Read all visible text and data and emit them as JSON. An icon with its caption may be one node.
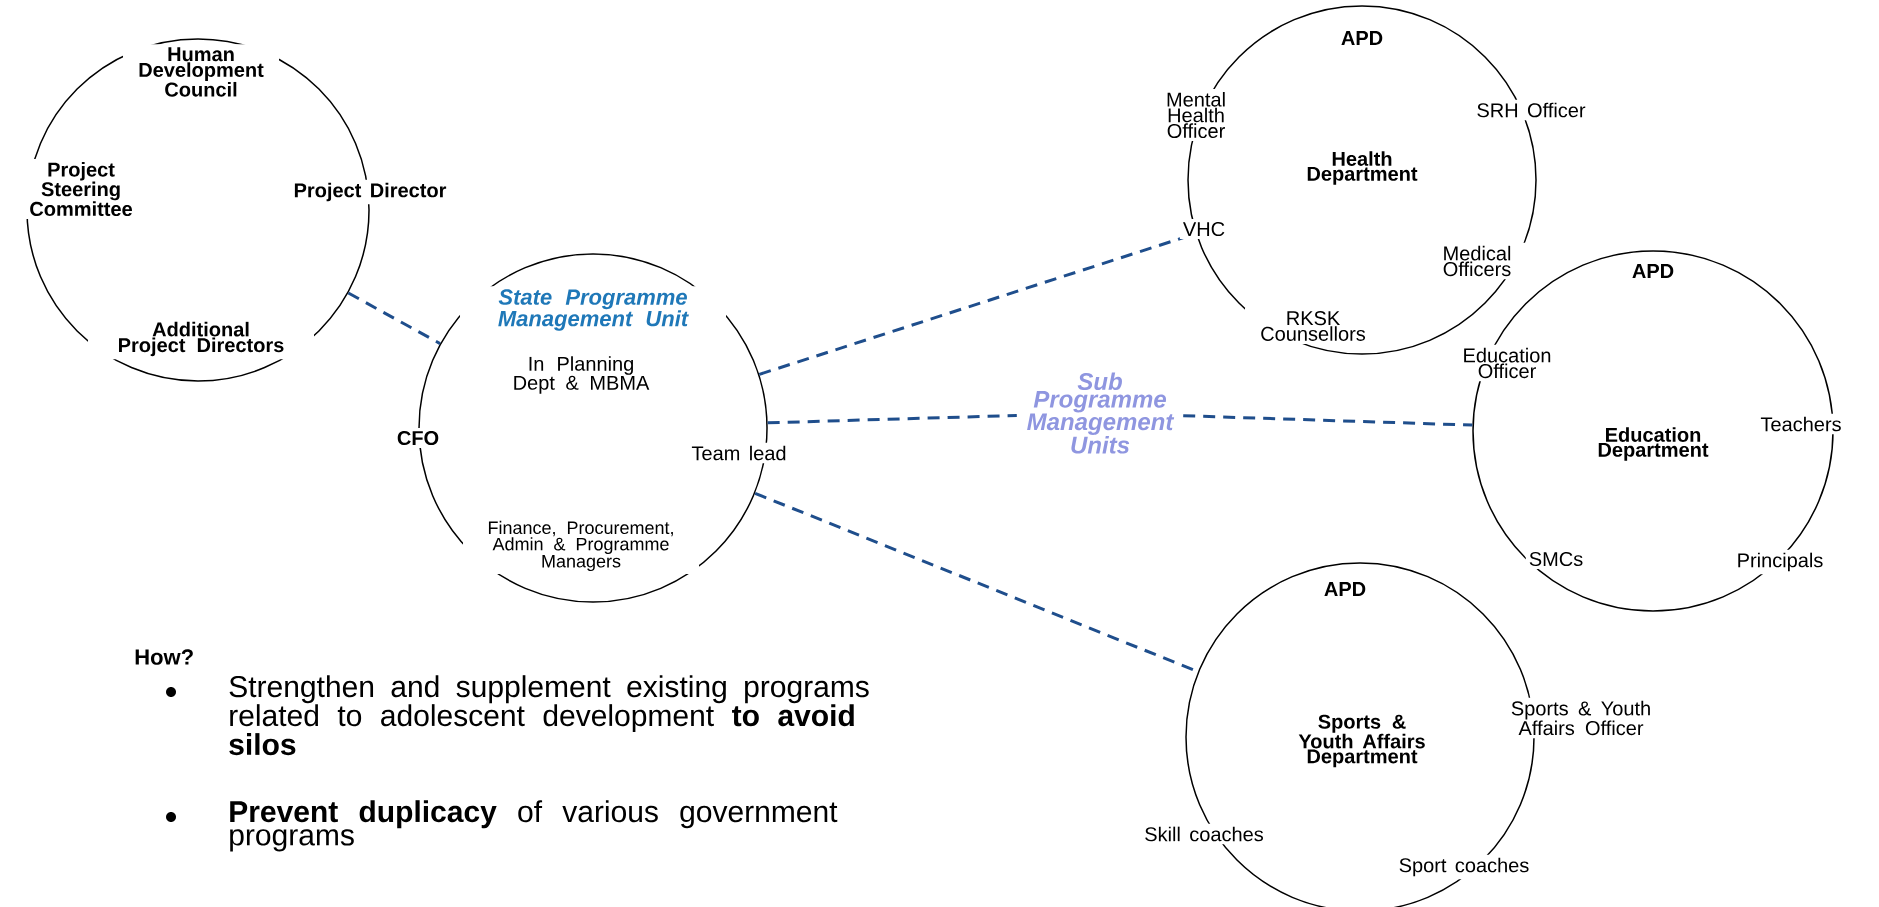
{
  "diagram": {
    "nodes": [
      {
        "text": [
          "Human Development Council",
          "Project Steering Committee",
          "Project Director",
          "Additional Project Directors"
        ]
      },
      {
        "text": [
          "State Programme Management Unit",
          "In Planning Dept & MBMA",
          "CFO",
          "Team lead",
          "Finance, Procurement, Admin & Programme Managers"
        ]
      },
      {
        "text": [
          "APD",
          "Mental Health Officer",
          "SRH Officer",
          "Health Department",
          "VHC",
          "Medical Officers",
          "RKSK Counsellors"
        ]
      },
      {
        "text": [
          "Sub Programme Management Units"
        ]
      },
      {
        "text": [
          "APD",
          "Education Officer",
          "Education Department",
          "Teachers",
          "SMCs",
          "Principals"
        ]
      },
      {
        "text": [
          "APD",
          "Sports & Youth Affairs Department",
          "Sports & Youth Affairs Officer",
          "Skill coaches",
          "Sport coaches"
        ]
      }
    ],
    "edges": [
      {
        "from": 0,
        "to": 1,
        "arrow": "none",
        "style": "dashed"
      },
      {
        "from": 1,
        "to": 2,
        "arrow": "none",
        "style": "dashed"
      },
      {
        "from": 1,
        "to": 3,
        "arrow": "none",
        "style": "dashed"
      },
      {
        "from": 3,
        "to": 4,
        "arrow": "none",
        "style": "dashed"
      },
      {
        "from": 1,
        "to": 5,
        "arrow": "none",
        "style": "dashed"
      }
    ],
    "labels": [
      "How?",
      "Strengthen and supplement existing programs related to adolescent development **to avoid silos**",
      "**Prevent duplicacy** of various government programs"
    ]
  }
}
